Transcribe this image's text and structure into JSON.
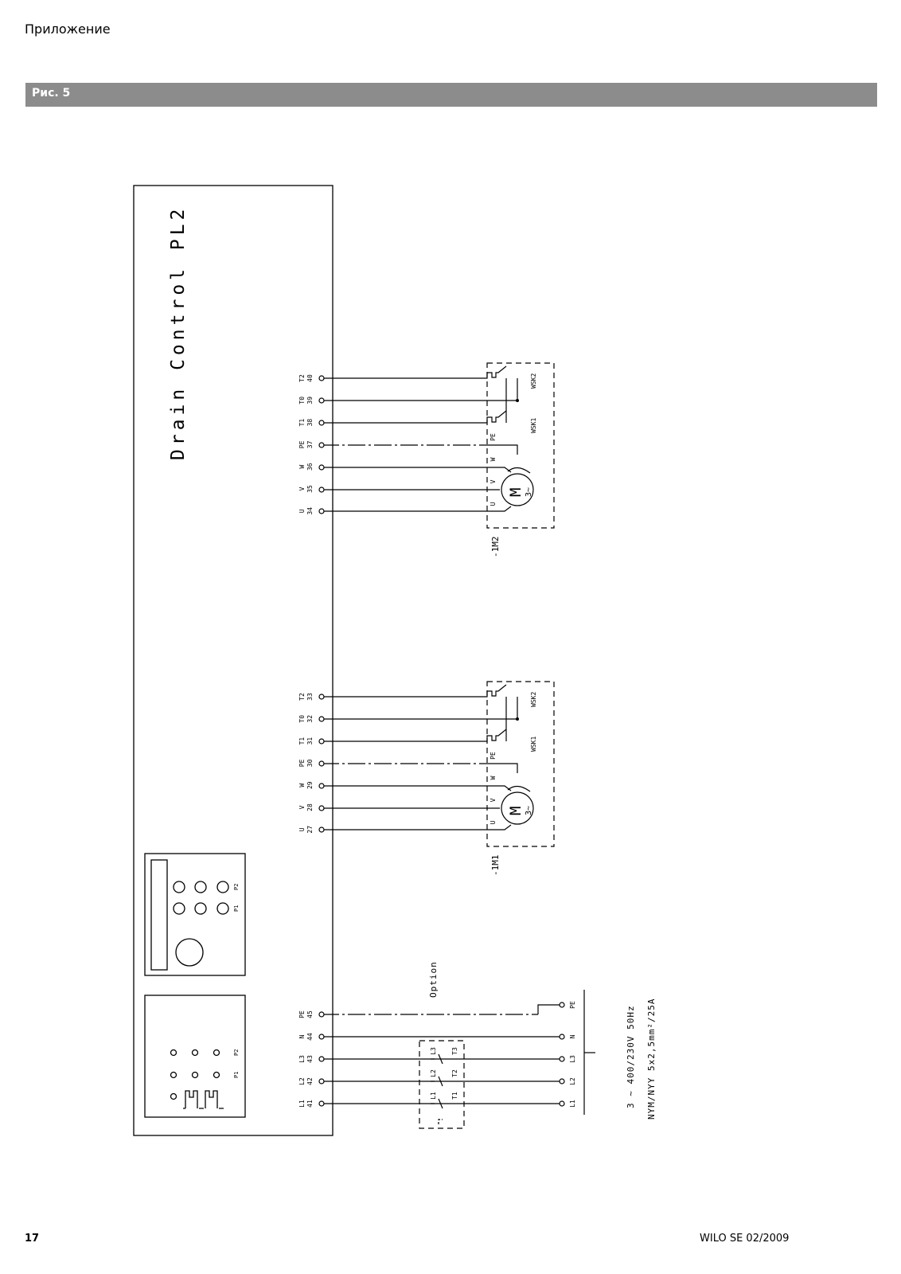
{
  "header": {
    "section": "Приложение",
    "figure": "Рис. 5"
  },
  "controller": {
    "title": "Drain Control PL2"
  },
  "terminals_m2": [
    {
      "name": "T2",
      "num": "40"
    },
    {
      "name": "T0",
      "num": "39"
    },
    {
      "name": "T1",
      "num": "38"
    },
    {
      "name": "PE",
      "num": "37"
    },
    {
      "name": "W",
      "num": "36"
    },
    {
      "name": "V",
      "num": "35"
    },
    {
      "name": "U",
      "num": "34"
    }
  ],
  "terminals_m1": [
    {
      "name": "T2",
      "num": "33"
    },
    {
      "name": "T0",
      "num": "32"
    },
    {
      "name": "T1",
      "num": "31"
    },
    {
      "name": "PE",
      "num": "30"
    },
    {
      "name": "W",
      "num": "29"
    },
    {
      "name": "V",
      "num": "28"
    },
    {
      "name": "U",
      "num": "27"
    }
  ],
  "terminals_mains": [
    {
      "name": "PE",
      "num": "45"
    },
    {
      "name": "N",
      "num": "44"
    },
    {
      "name": "L3",
      "num": "43"
    },
    {
      "name": "L2",
      "num": "42"
    },
    {
      "name": "L1",
      "num": "41"
    }
  ],
  "motor_m2": {
    "ref": "-1M2",
    "pins": [
      "PE",
      "W",
      "V",
      "U"
    ],
    "symbol": "M",
    "phase": "3~",
    "wsk1": "WSK1",
    "wsk2": "WSK2"
  },
  "motor_m1": {
    "ref": "-1M1",
    "pins": [
      "PE",
      "W",
      "V",
      "U"
    ],
    "symbol": "M",
    "phase": "3~",
    "wsk1": "WSK1",
    "wsk2": "WSK2"
  },
  "option": {
    "label": "Option",
    "line_labels": [
      "L1",
      "L2",
      "L3"
    ],
    "load_labels": [
      "T1",
      "T2",
      "T3"
    ]
  },
  "mains": {
    "labels": [
      "PE",
      "N",
      "L3",
      "L2",
      "L1"
    ],
    "supply": "3 ~ 400/230V 50Hz",
    "cable": "NYM/NYY 5x2,5mm²/25A"
  },
  "panel": {
    "p1": "P1",
    "p2": "P2"
  },
  "footer": {
    "page": "17",
    "brand": "WILO SE 02/2009"
  }
}
